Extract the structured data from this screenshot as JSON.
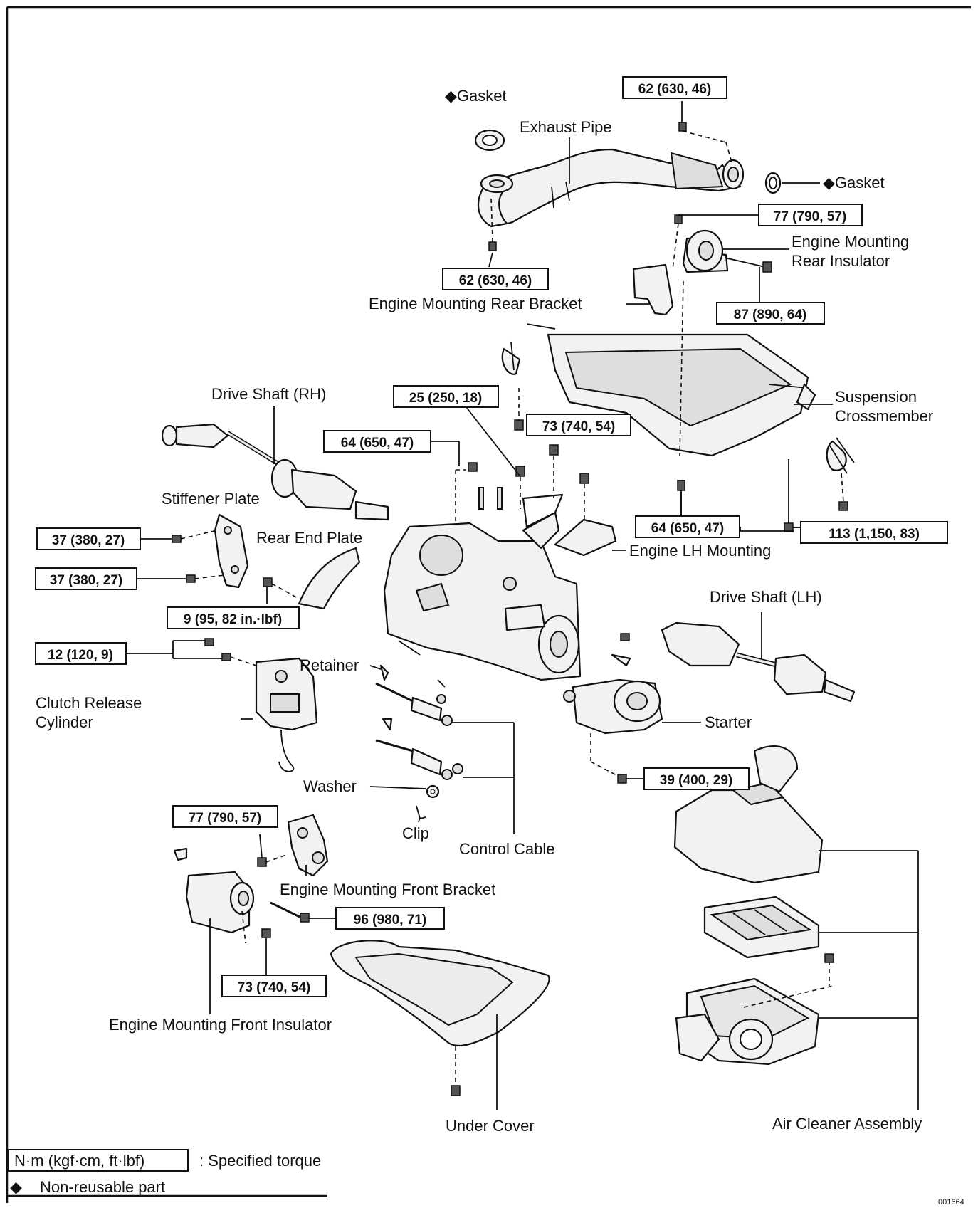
{
  "diagram": {
    "labels": {
      "gasket_top": "◆Gasket",
      "exhaust_pipe": "Exhaust Pipe",
      "gasket_right": "◆Gasket",
      "engine_mounting_rear_insulator_1": "Engine Mounting",
      "engine_mounting_rear_insulator_2": "Rear Insulator",
      "engine_mounting_rear_bracket": "Engine Mounting Rear Bracket",
      "suspension_crossmember_1": "Suspension",
      "suspension_crossmember_2": "Crossmember",
      "drive_shaft_rh": "Drive Shaft (RH)",
      "stiffener_plate": "Stiffener Plate",
      "rear_end_plate": "Rear End Plate",
      "engine_lh_mounting": "Engine LH Mounting",
      "drive_shaft_lh": "Drive Shaft (LH)",
      "retainer": "Retainer",
      "clutch_release_cylinder_1": "Clutch Release",
      "clutch_release_cylinder_2": "Cylinder",
      "starter": "Starter",
      "washer": "Washer",
      "clip": "Clip",
      "control_cable": "Control Cable",
      "engine_mounting_front_bracket": "Engine Mounting Front Bracket",
      "engine_mounting_front_insulator": "Engine Mounting Front Insulator",
      "under_cover": "Under Cover",
      "air_cleaner_assembly": "Air Cleaner Assembly"
    },
    "torques": {
      "exhaust_upper": "62 (630, 46)",
      "exhaust_lower": "62 (630, 46)",
      "rear_insulator_top": "77 (790, 57)",
      "rear_insulator_bolt": "87 (890, 64)",
      "bracket_25": "25 (250, 18)",
      "bolt_73_top": "73 (740, 54)",
      "bolt_64_left": "64 (650, 47)",
      "bolt_64_right": "64 (650, 47)",
      "crossmember_113": "113 (1,150, 83)",
      "stiffener_upper": "37 (380, 27)",
      "stiffener_lower": "37 (380, 27)",
      "rear_end_plate_9": "9 (95, 82 in.·lbf)",
      "clutch_12": "12 (120, 9)",
      "starter_39": "39 (400, 29)",
      "front_bracket_77": "77 (790, 57)",
      "front_insulator_96": "96 (980, 71)",
      "front_insulator_73": "73 (740, 54)"
    },
    "legend": {
      "torque_unit": "N·m (kgf·cm, ft·lbf)",
      "torque_desc": ": Specified torque",
      "nonreusable_symbol": "◆",
      "nonreusable_desc": "Non-reusable part"
    },
    "figure_code": "001664"
  }
}
